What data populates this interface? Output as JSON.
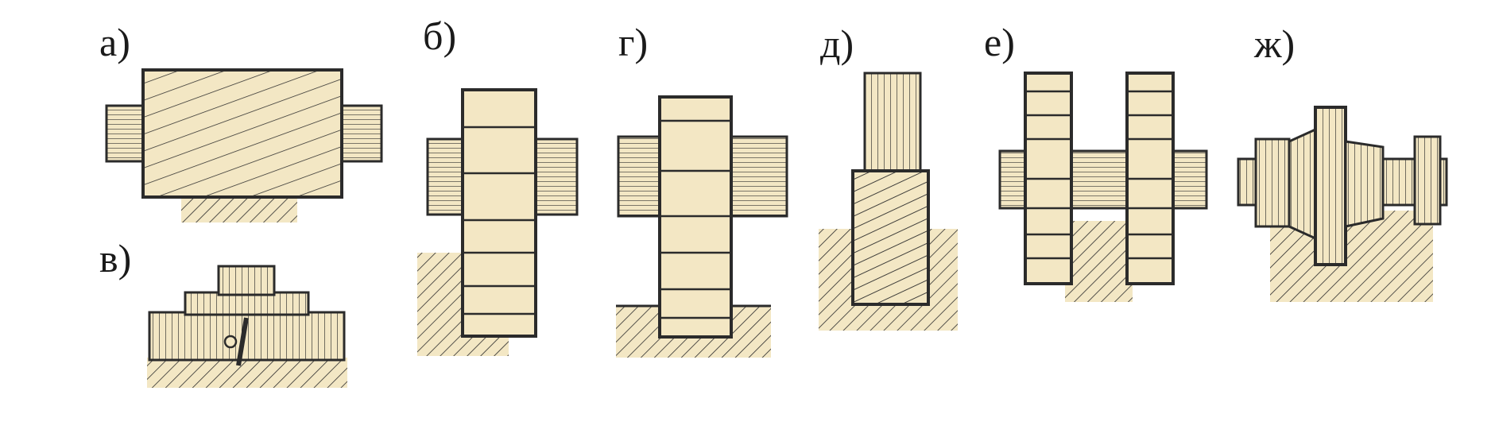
{
  "figure": {
    "panels": [
      {
        "id": "a",
        "label": "а)"
      },
      {
        "id": "b",
        "label": "б)"
      },
      {
        "id": "v",
        "label": "в)"
      },
      {
        "id": "g",
        "label": "г)"
      },
      {
        "id": "d",
        "label": "д)"
      },
      {
        "id": "e",
        "label": "е)"
      },
      {
        "id": "zh",
        "label": "ж)"
      }
    ]
  },
  "colors": {
    "paper": "#f3e7c4",
    "ink": "#2b2b2b",
    "background": "#ffffff"
  }
}
